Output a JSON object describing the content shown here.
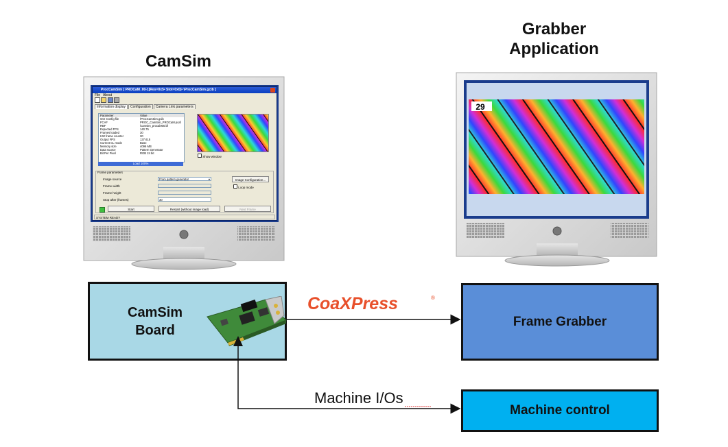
{
  "titles": {
    "camsim": "CamSim",
    "grabber_line1": "Grabber",
    "grabber_line2": "Application"
  },
  "camsim_window": {
    "title": "ProcCamSim  [ PROCaM_00-1[Res=0x5• Slot=0x0]•  \\ProcCamSim.gcib ]",
    "menu": [
      "File",
      "About"
    ],
    "tabs": [
      "Information display",
      "Configuration",
      "Camera Link parameters"
    ],
    "table_headers": [
      "Parameter",
      "Value"
    ],
    "table_rows": [
      [
        "GCI Config file",
        "\\ProcCamSim.gcib"
      ],
      [
        "FCAF",
        "PROC_CamSim_PROCaM.pcaf"
      ],
      [
        "RBF",
        "\\camsim_procal000.bf"
      ],
      [
        "Expected FPS",
        "140.75"
      ],
      [
        "Frames loaded",
        "30"
      ],
      [
        "HW frame counter",
        "30"
      ],
      [
        "Output FPS",
        "137.615"
      ],
      [
        "Current CL mode",
        "Base"
      ],
      [
        "Memory size",
        "4096 MB"
      ],
      [
        "Data source",
        "Pattern Generator"
      ],
      [
        "Bit Per Pixel",
        "RGB      24 bit"
      ]
    ],
    "load_bar": "Load 100%",
    "show_window": "Show window",
    "frame_parameters": "Frame parameters",
    "image_source_label": "Image source",
    "image_source_value": "From pattern generator",
    "frame_width_label": "Frame width",
    "frame_height_label": "Frame height",
    "stop_after_label": "Stop after (frames)",
    "stop_after_value": "30",
    "image_config_button": "Image Configuration...",
    "loop_mode": "Loop mode",
    "start_button": "Start",
    "restart_button": "Restart (without image load)",
    "next_frame_button": "Next Frame",
    "status": "SYSTEM READY"
  },
  "grabber_screen": {
    "frame_counter": "29"
  },
  "boxes": {
    "camsim_board_line1": "CamSim",
    "camsim_board_line2": "Board",
    "frame_grabber": "Frame Grabber",
    "machine_control": "Machine control"
  },
  "links": {
    "coaxpress_logo": "CoaXPress",
    "machine_ios": "Machine I/Os"
  },
  "colors": {
    "camsim_board_fill": "#a9d8e6",
    "frame_grabber_fill": "#5a8ed8",
    "machine_control_fill": "#00b0f0",
    "coaxpress_red": "#e8502b"
  }
}
